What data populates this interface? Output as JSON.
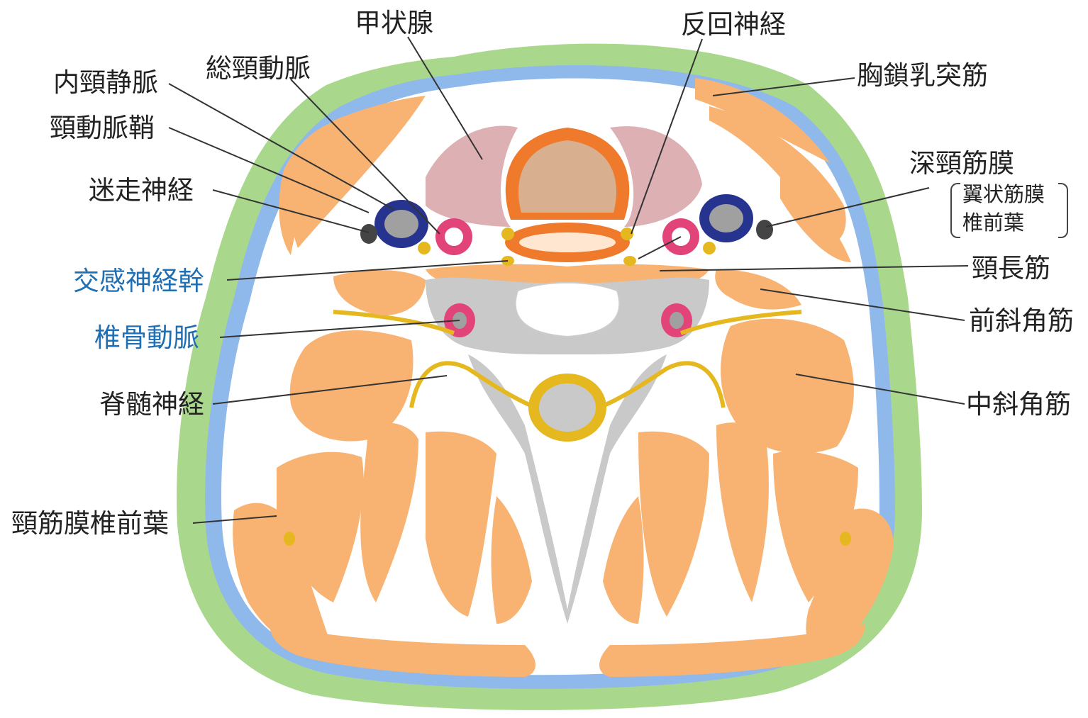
{
  "colors": {
    "skin": "#a9d88c",
    "fascia": "#8fb9ea",
    "muscle": "#f8b372",
    "thyroid": "#ddb0b4",
    "trachea": "#f07a2c",
    "vein": "#27348f",
    "artery": "#e2447a",
    "nerve": "#e6b81f",
    "bone": "#c9c9c9",
    "label_blue": "#1f6fb5"
  },
  "labels": {
    "thyroid": "甲状腺",
    "recurrent_laryngeal_nerve": "反回神経",
    "common_carotid_artery": "総頸動脈",
    "internal_jugular_vein": "内頸静脈",
    "sternocleidomastoid": "胸鎖乳突筋",
    "carotid_sheath": "頸動脈鞘",
    "deep_cervical_fascia": "深頸筋膜",
    "alar_fascia": "翼状筋膜",
    "prevertebral_layer": "椎前葉",
    "vagus_nerve": "迷走神経",
    "longus_colli": "頸長筋",
    "sympathetic_trunk": "交感神経幹",
    "anterior_scalene": "前斜角筋",
    "vertebral_artery": "椎骨動脈",
    "spinal_nerve": "脊髄神経",
    "middle_scalene": "中斜角筋",
    "cervical_fascia_prevertebral": "頸筋膜椎前葉"
  }
}
